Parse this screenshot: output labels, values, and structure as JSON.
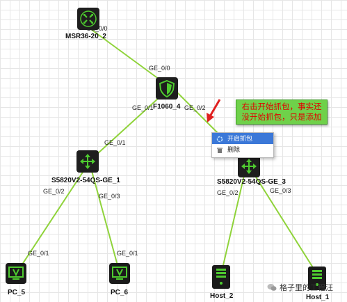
{
  "devices": {
    "router": "MSR36-20_2",
    "firewall": "F1060_4",
    "switch_left": "S5820V2-54QS-GE_1",
    "switch_right": "S5820V2-54QS-GE_3",
    "pc_5": "PC_5",
    "pc_6": "PC_6",
    "host_2": "Host_2",
    "host_1": "Host_1"
  },
  "ports": {
    "router_ge00": "GE_0/0",
    "fw_ge00": "GE_0/0",
    "fw_ge01": "GE_0/1",
    "fw_ge02": "GE_0/2",
    "sw1_ge01": "GE_0/1",
    "sw1_ge02": "GE_0/2",
    "sw1_ge03": "GE_0/3",
    "pc5_ge01": "GE_0/1",
    "pc6_ge01": "GE_0/1",
    "sw3_ge02": "GE_0/2",
    "sw3_ge03": "GE_0/3"
  },
  "annotation": {
    "line1": "右击开始抓包，事实还",
    "line2": "没开始抓包，只是添加"
  },
  "context_menu": {
    "start_capture": "开启抓包",
    "delete": "删除"
  },
  "watermark": "格子里的工程汪",
  "colors": {
    "link": "#8fd33a",
    "annotation_bg": "#6fd14a",
    "annotation_text": "#e00000",
    "menu_highlight": "#3b78d8",
    "device_bg": "#1e1e1e",
    "device_icon": "#4ecb2f"
  }
}
